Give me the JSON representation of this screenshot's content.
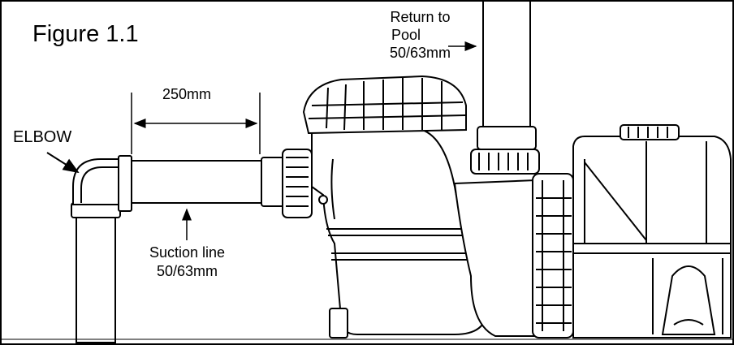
{
  "figure": {
    "title": "Figure 1.1"
  },
  "labels": {
    "return_line1": "Return to",
    "return_line2": "Pool",
    "return_size": "50/63mm",
    "dimension": "250mm",
    "elbow": "ELBOW",
    "suction_line1": "Suction line",
    "suction_size": "50/63mm"
  },
  "icons": {
    "return_arrow": "arrow-right-icon",
    "suction_arrow": "arrow-up-icon",
    "elbow_arrow": "arrow-down-right-icon",
    "dimension_arrows": "double-arrow-icon"
  },
  "colors": {
    "line": "#000000",
    "background": "#ffffff"
  }
}
